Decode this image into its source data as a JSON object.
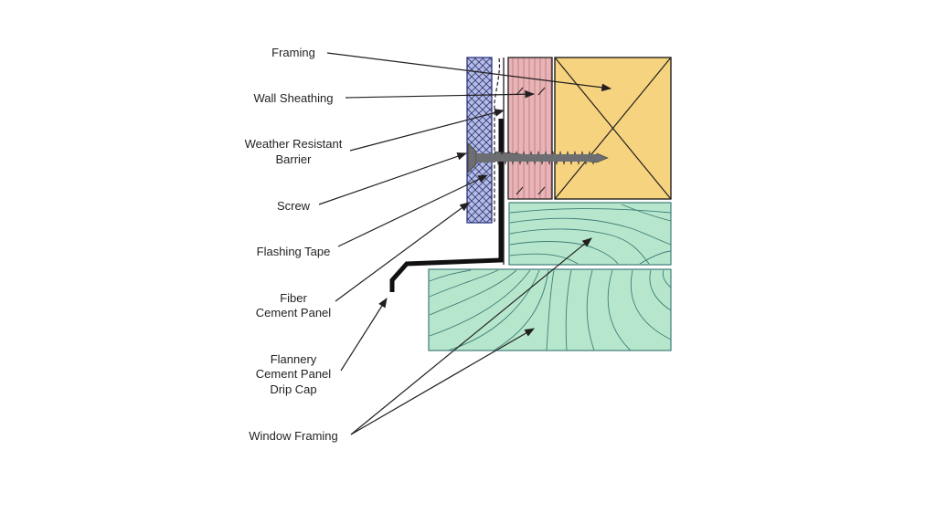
{
  "labels": {
    "framing": "Framing",
    "wall_sheathing": "Wall Sheathing",
    "wrb_line1": "Weather Resistant",
    "wrb_line2": "Barrier",
    "screw": "Screw",
    "flashing_tape": "Flashing Tape",
    "fiber_line1": "Fiber",
    "fiber_line2": "Cement Panel",
    "drip_line1": "Flannery",
    "drip_line2": "Cement Panel",
    "drip_line3": "Drip Cap",
    "window_framing": "Window Framing"
  },
  "colors": {
    "framing_fill": "#f6d47f",
    "sheathing_fill": "#e8b4b6",
    "fiber_panel_fill": "#b5bce0",
    "window_framing_fill": "#b6e7cc",
    "line": "#231f20",
    "screw": "#6d6e71",
    "grain": "#3f7d78"
  }
}
